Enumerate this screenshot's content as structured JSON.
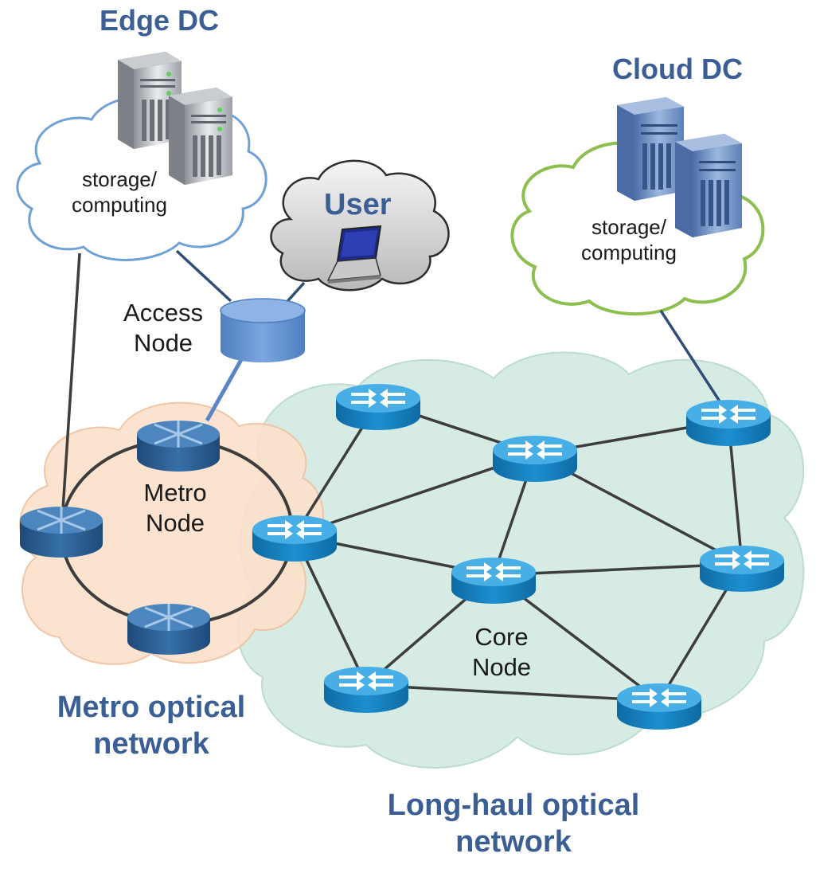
{
  "labels": {
    "edge_dc": "Edge DC",
    "cloud_dc": "Cloud DC",
    "user": "User",
    "edge_storage": [
      "storage/",
      "computing"
    ],
    "cloud_storage": [
      "storage/",
      "computing"
    ],
    "access_node": [
      "Access",
      "Node"
    ],
    "metro_node": [
      "Metro",
      "Node"
    ],
    "core_node": [
      "Core",
      "Node"
    ],
    "metro_network": [
      "Metro optical",
      "network"
    ],
    "longhaul_network": [
      "Long-haul optical",
      "network"
    ]
  },
  "colors": {
    "title_blue": "#3b5f95",
    "edge_cloud_stroke": "#6fa0d6",
    "cloud_dc_stroke": "#8cbf4f",
    "metro_cloud_fill": "#fbe1cc",
    "longhaul_cloud_fill": "#d6ebe3",
    "router_blue": "#1d8ac8",
    "metro_router_blue": "#2c5f93",
    "link": "#3d3d3d"
  },
  "icons": {
    "edge_servers": "server-tower-icon",
    "cloud_servers": "server-tower-icon",
    "user_device": "laptop-icon",
    "access_node": "cylinder-node-icon",
    "metro_nodes": "metro-router-icon",
    "core_nodes": "router-icon"
  }
}
